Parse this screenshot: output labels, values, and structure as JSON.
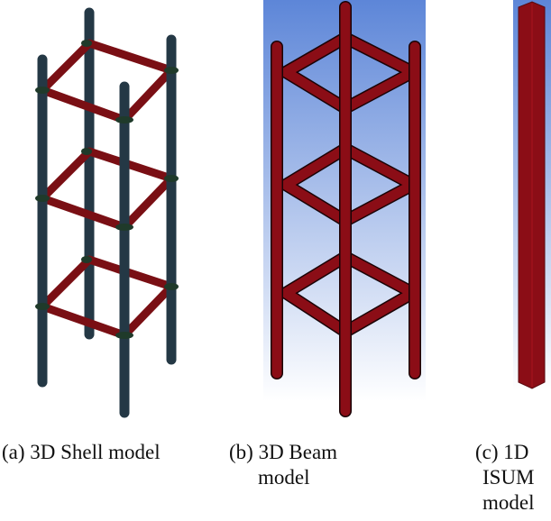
{
  "panels": [
    {
      "id": "a",
      "caption_lines": [
        "(a) 3D Shell model"
      ]
    },
    {
      "id": "b",
      "caption_lines": [
        "(b) 3D Beam",
        "model"
      ]
    },
    {
      "id": "c",
      "caption_lines": [
        "(c) 1D",
        "ISUM",
        "model"
      ]
    }
  ],
  "colors": {
    "rebar_longitudinal": "#243845",
    "stirrup": "#7a0f14",
    "beam": "#8b0d16",
    "background_top": "#5d86d8",
    "background_bottom": "#ffffff"
  }
}
